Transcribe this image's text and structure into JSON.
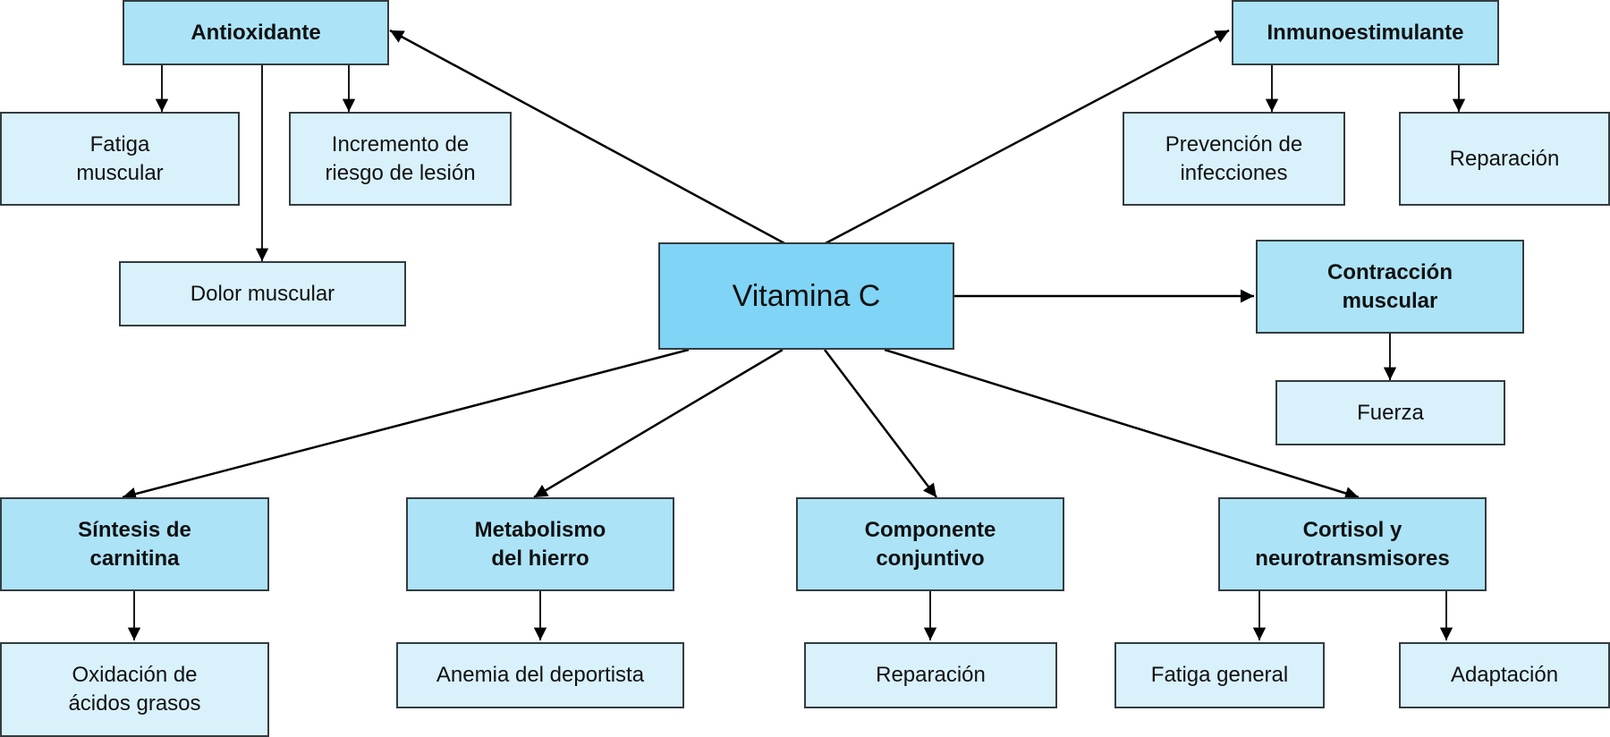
{
  "colors": {
    "center_fill": "#80d4f5",
    "primary_fill": "#ace3f7",
    "secondary_fill": "#d9f1fb",
    "border": "#333c40",
    "arrow": "#000000"
  },
  "center": {
    "label": "Vitamina C"
  },
  "primary": {
    "antioxidante": "Antioxidante",
    "inmunoestimulante": "Inmunoestimulante",
    "contraccion": "Contracción\nmuscular",
    "carnitina": "Síntesis de\ncarnitina",
    "hierro": "Metabolismo\ndel hierro",
    "conjuntivo": "Componente\nconjuntivo",
    "cortisol": "Cortisol y\nneurotransmisores"
  },
  "secondary": {
    "fatiga_muscular": "Fatiga\nmuscular",
    "incremento_riesgo": "Incremento de\nriesgo de lesión",
    "dolor_muscular": "Dolor muscular",
    "prevencion": "Prevención de\ninfecciones",
    "reparacion_inmune": "Reparación",
    "fuerza": "Fuerza",
    "oxidacion": "Oxidación de\nácidos grasos",
    "anemia": "Anemia del deportista",
    "reparacion_conjuntivo": "Reparación",
    "fatiga_general": "Fatiga general",
    "adaptacion": "Adaptación"
  }
}
